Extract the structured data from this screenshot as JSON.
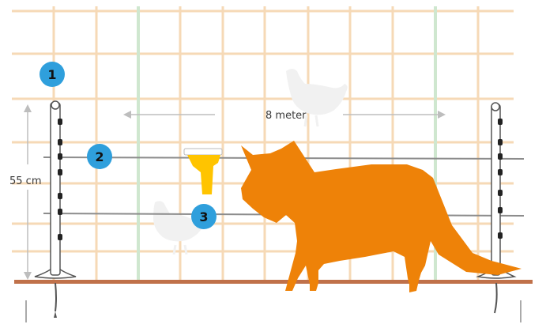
{
  "dimensions": {
    "height_label": "55 cm",
    "width_label": "8 meter"
  },
  "callouts": [
    {
      "number": "1"
    },
    {
      "number": "2"
    },
    {
      "number": "3"
    }
  ],
  "colors": {
    "netting": "#f6d9b6",
    "green_post": "#cfe7cf",
    "ground": "#c0714a",
    "fox": "#ee8208",
    "badge": "#2f9fdc",
    "insulator": "#ffc400",
    "wire": "#8c8c8c",
    "chicken": "#f1f1f1"
  },
  "icons": [
    "fox-illustration",
    "chicken-silhouette",
    "pigtail-fence-post",
    "yellow-insulator",
    "dimension-arrow"
  ]
}
